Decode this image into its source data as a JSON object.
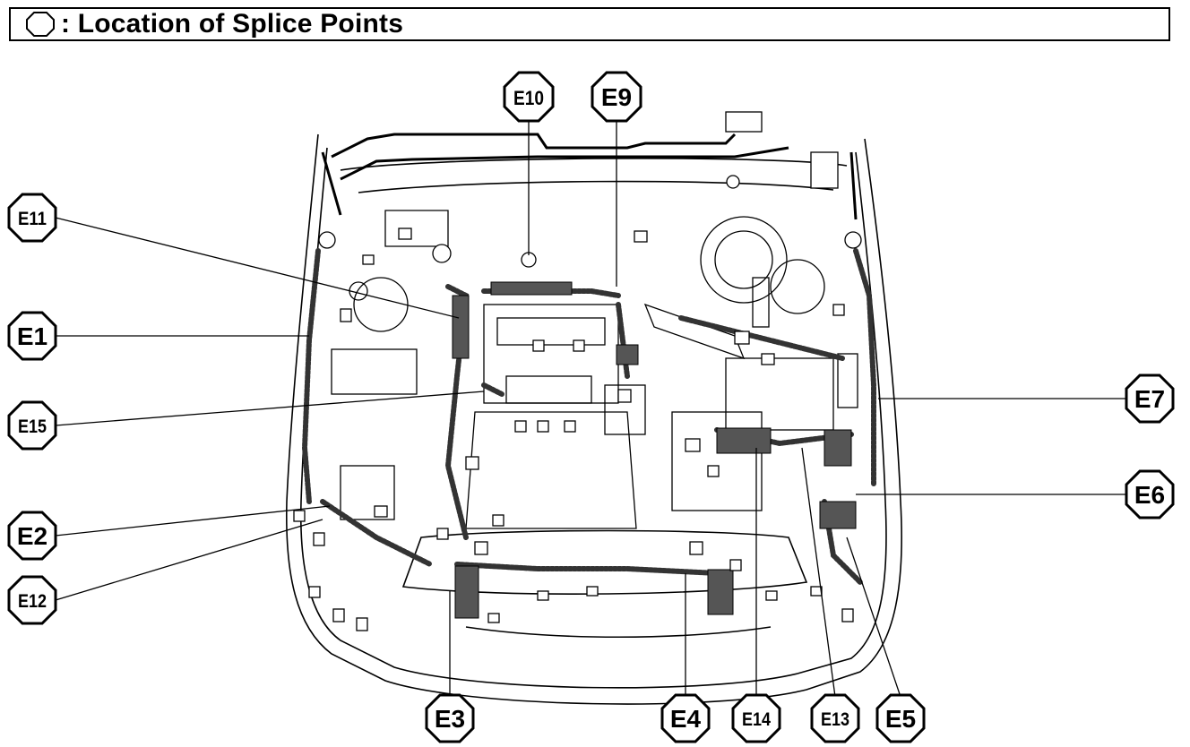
{
  "header": {
    "title": ": Location of Splice Points",
    "icon": "octagon-icon"
  },
  "callouts": [
    {
      "id": "E10",
      "label": "E10"
    },
    {
      "id": "E9",
      "label": "E9"
    },
    {
      "id": "E11",
      "label": "E11"
    },
    {
      "id": "E1",
      "label": "E1"
    },
    {
      "id": "E15",
      "label": "E15"
    },
    {
      "id": "E2",
      "label": "E2"
    },
    {
      "id": "E12",
      "label": "E12"
    },
    {
      "id": "E7",
      "label": "E7"
    },
    {
      "id": "E6",
      "label": "E6"
    },
    {
      "id": "E3",
      "label": "E3"
    },
    {
      "id": "E4",
      "label": "E4"
    },
    {
      "id": "E14",
      "label": "E14"
    },
    {
      "id": "E13",
      "label": "E13"
    },
    {
      "id": "E5",
      "label": "E5"
    }
  ],
  "colors": {
    "ink": "#000000",
    "paper": "#ffffff",
    "harness": "#555555"
  }
}
